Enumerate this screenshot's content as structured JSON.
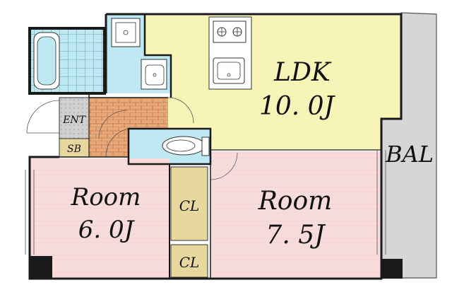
{
  "plan": {
    "rooms": {
      "ldk": {
        "name": "LDK",
        "size": "10. 0J",
        "color": "#f6f4b6"
      },
      "room1": {
        "name": "Room",
        "size": "6. 0J",
        "color": "#f8dcdc"
      },
      "room2": {
        "name": "Room",
        "size": "7. 5J",
        "color": "#f8dcdc"
      },
      "balcony": {
        "name": "BAL",
        "color": "#d6d6d6"
      },
      "closet1": {
        "name": "CL",
        "color": "#e8d8a0"
      },
      "closet2": {
        "name": "CL",
        "color": "#e8d8a0"
      },
      "entrance": {
        "name": "ENT",
        "color": "#d0d0d0"
      },
      "shoe_box": {
        "name": "SB",
        "color": "#e8d8a0"
      },
      "wet_area_color": "#bfe9f2",
      "hallway_color": "#e8a878"
    },
    "fixtures": [
      "bathtub-icon",
      "washer-pan-icon",
      "washbasin-icon",
      "toilet-icon",
      "stove-icon",
      "kitchen-sink-icon"
    ]
  }
}
